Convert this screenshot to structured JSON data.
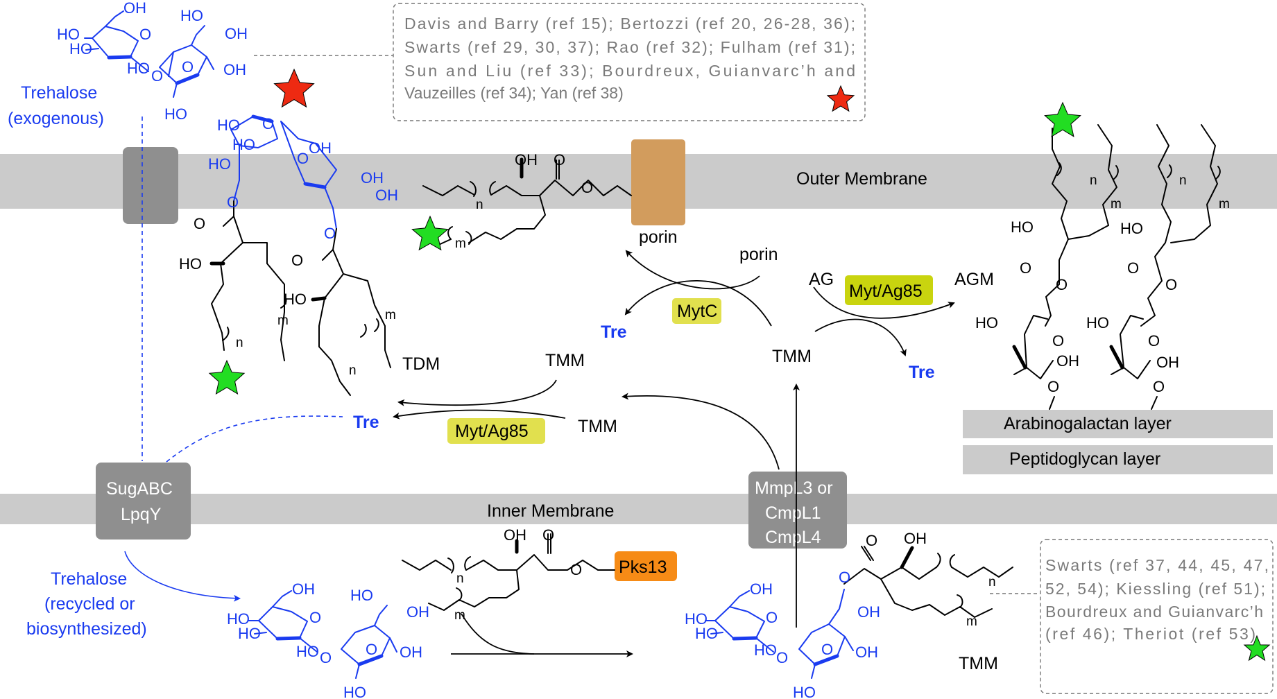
{
  "membranes": {
    "outer": "Outer Membrane",
    "inner": "Inner Membrane",
    "arabinogalactan": "Arabinogalactan layer",
    "peptidoglycan": "Peptidoglycan layer"
  },
  "transporters": {
    "sugabc_line1": "SugABC",
    "sugabc_line2": "LpqY",
    "mmpl_line1": "MmpL3 or",
    "mmpl_line2": "CmpL1",
    "mmpl_line3": "CmpL4",
    "porin_box": "porin"
  },
  "enzymes": {
    "mytc": "MytC",
    "myt_ag85_upper": "Myt/Ag85",
    "myt_ag85_lower": "Myt/Ag85",
    "pks13": "Pks13"
  },
  "labels": {
    "trehalose_exo_1": "Trehalose",
    "trehalose_exo_2": "(exogenous)",
    "trehalose_rec_1": "Trehalose",
    "trehalose_rec_2": "(recycled or",
    "trehalose_rec_3": "biosynthesized)",
    "tdm": "TDM",
    "tmm_upper": "TMM",
    "tmm_mid": "TMM",
    "tmm_right": "TMM",
    "tmm_bottom": "TMM",
    "tre_mytc": "Tre",
    "tre_left": "Tre",
    "tre_right": "Tre",
    "porin": "porin",
    "ag": "AG",
    "agm": "AGM"
  },
  "atoms": {
    "oh": "OH",
    "ho": "HO",
    "o": "O",
    "n": "n",
    "m": "m"
  },
  "references": {
    "top_lines": [
      "Davis and Barry (ref 15); Bertozzi (ref 20, 26-28, 36);",
      "Swarts (ref 29, 30, 37); Rao (ref 32); Fulham (ref 31);",
      "Sun and Liu (ref 33); Bourdreux, Guianvarc’h and",
      "Vauzeilles (ref 34); Yan (ref 38)"
    ],
    "bottom_lines": [
      "Swarts (ref 37, 44, 45, 47,",
      "52, 54); Kiessling (ref 51);",
      "Bourdreux and Guianvarc’h",
      "(ref 46); Theriot (ref 53)"
    ]
  },
  "colors": {
    "membrane": "#cbcbcb",
    "transporter": "#8f8f8f",
    "porin": "#d29c5d",
    "enzyme_yellow": "#e1e04e",
    "enzyme_olive": "#c9d40f",
    "pks13": "#f68b16",
    "star_red": "#ee2a12",
    "star_green": "#22dd22",
    "trehalose_blue": "#1a3bf0",
    "reference_grey": "#7a7a7a"
  },
  "icons": {
    "red_star": "red-star-icon",
    "green_star": "green-star-icon"
  }
}
